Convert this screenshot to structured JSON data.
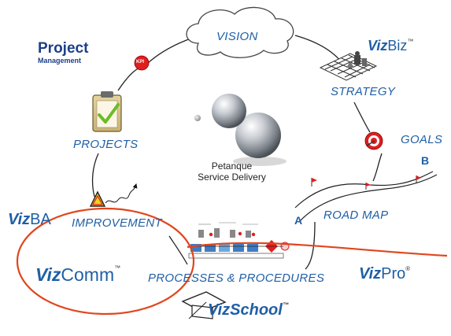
{
  "cycle": {
    "vision": "VISION",
    "strategy": "STRATEGY",
    "goals": "GOALS",
    "road_map": "ROAD MAP",
    "processes": "PROCESSES & PROCEDURES",
    "improvement": "IMPROVEMENT",
    "projects": "PROJECTS"
  },
  "project_management": {
    "line1": "Project",
    "line2": "Management"
  },
  "kpi_badge": "KPI",
  "petanque": {
    "line1": "Petanque",
    "line2": "Service Delivery"
  },
  "markers": {
    "a": "A",
    "b": "B"
  },
  "brands": {
    "vizbiz": {
      "prefix": "Viz",
      "suffix": "Biz",
      "tm": "™"
    },
    "vizba": {
      "prefix": "Viz",
      "suffix": "BA"
    },
    "vizcomm": {
      "prefix": "Viz",
      "suffix": "Comm",
      "tm": "™"
    },
    "vizpro": {
      "prefix": "Viz",
      "suffix": "Pro",
      "tm": "®"
    },
    "vizschool": {
      "prefix": "Viz",
      "suffix": "School",
      "tm": "™"
    }
  },
  "colors": {
    "brand_blue": "#1f5fa6",
    "navy": "#1d3f8a",
    "kpi_red": "#e01e1e",
    "highlight_orange": "#e0461e",
    "cycle_line": "#222222"
  }
}
